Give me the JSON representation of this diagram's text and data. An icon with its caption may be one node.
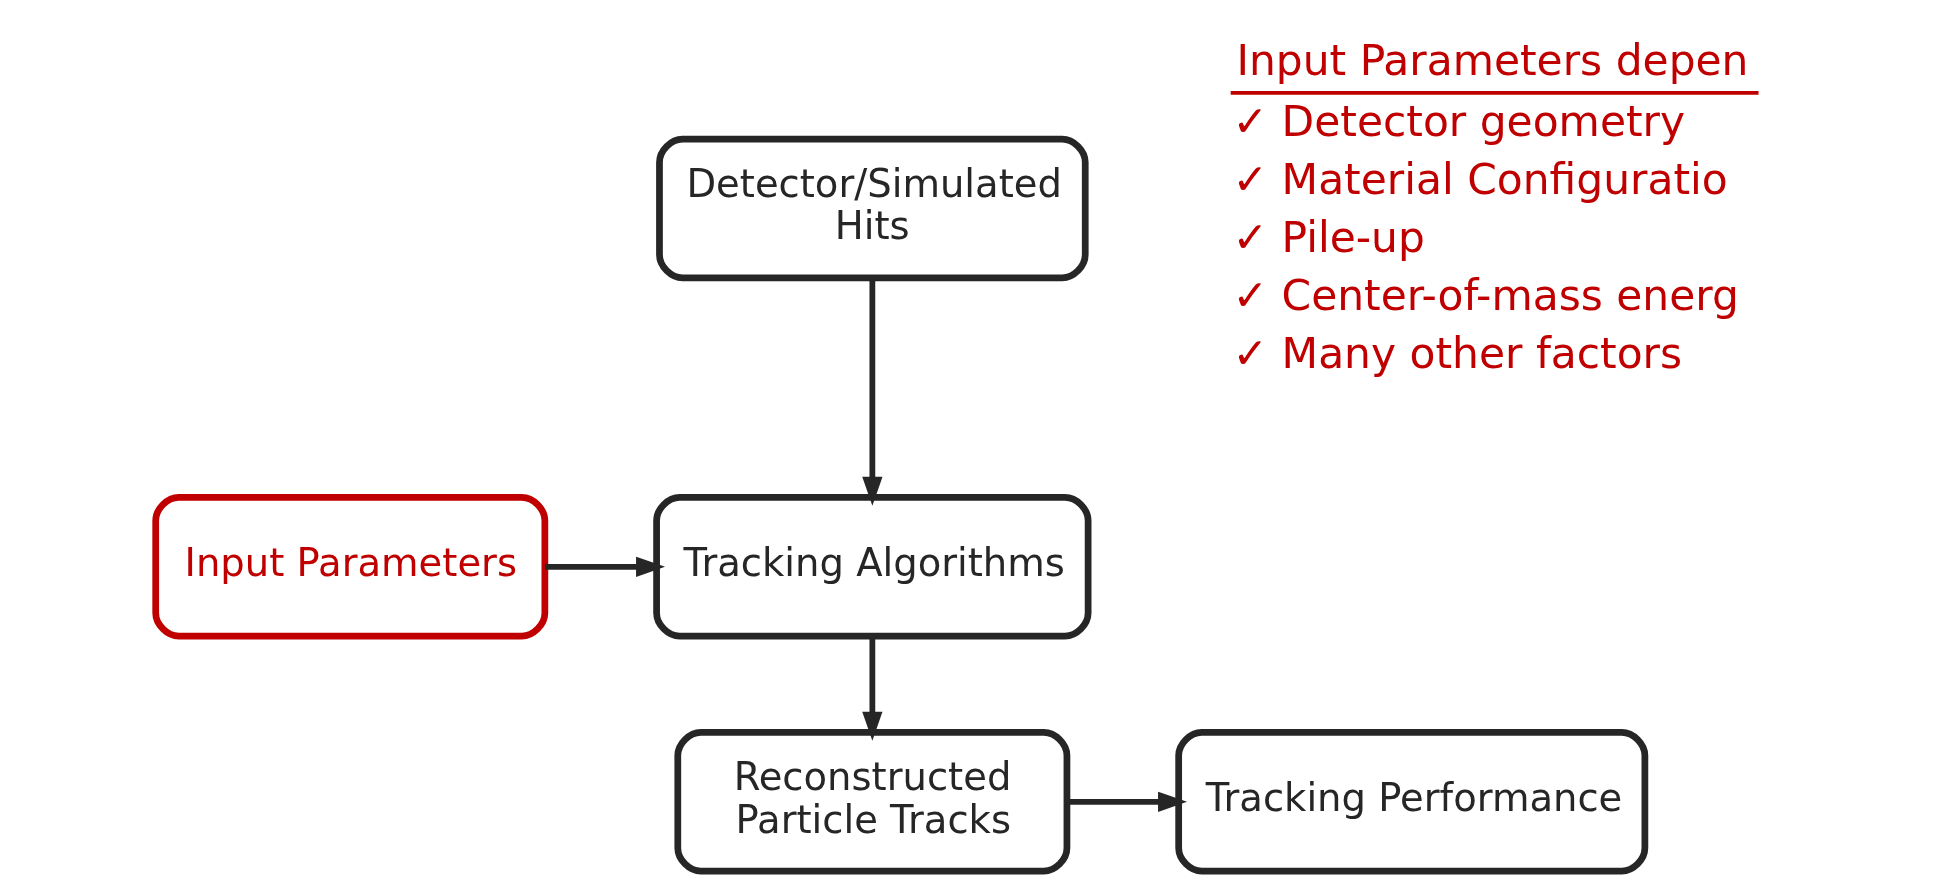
{
  "diagram": {
    "nodes": [
      {
        "text": [
          "Detector/Simulated Hits"
        ]
      },
      {
        "text": [
          "Input Parameters"
        ]
      },
      {
        "text": [
          "Tracking Algorithms"
        ]
      },
      {
        "text": [
          "Reconstructed Particle Tracks"
        ]
      },
      {
        "text": [
          "Tracking Performance"
        ]
      }
    ],
    "edges": [
      {
        "from": 0,
        "to": 2,
        "arrow": "to"
      },
      {
        "from": 1,
        "to": 2,
        "arrow": "to"
      },
      {
        "from": 2,
        "to": 3,
        "arrow": "to"
      },
      {
        "from": 3,
        "to": 4,
        "arrow": "to"
      }
    ],
    "labels": [
      "Input Parameters depen",
      "✓ Detector geometry",
      "✓ Material Configuratio",
      "✓ Pile-up",
      "✓ Center-of-mass energ",
      "✓ Many other factors"
    ]
  }
}
